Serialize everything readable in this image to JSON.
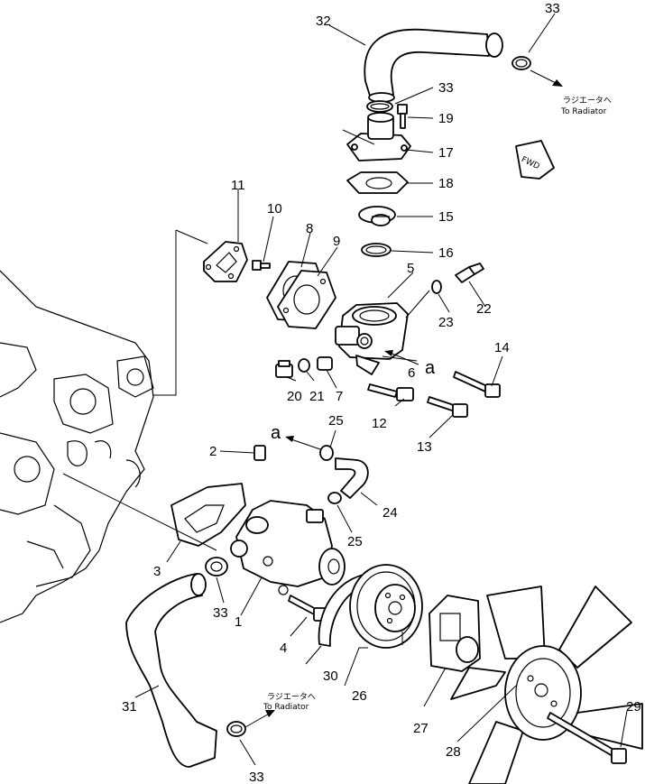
{
  "diagram": {
    "labels": {
      "p1": "1",
      "p2": "2",
      "p3": "3",
      "p4": "4",
      "p5": "5",
      "p6": "6",
      "p7": "7",
      "p8": "8",
      "p9": "9",
      "p10": "10",
      "p11": "11",
      "p12": "12",
      "p13": "13",
      "p14": "14",
      "p15": "15",
      "p16": "16",
      "p17": "17",
      "p18": "18",
      "p20": "20",
      "p21": "21",
      "p22": "22",
      "p23": "23",
      "p24": "24",
      "p25a": "25",
      "p25b": "25",
      "p26": "26",
      "p27": "27",
      "p28": "28",
      "p29": "29",
      "p30": "30",
      "p31": "31",
      "p32": "32",
      "p33a": "33",
      "p33b": "33",
      "p33c": "33",
      "p33d": "33",
      "p19": "19",
      "marker_a1": "a",
      "marker_a2": "a"
    },
    "notes": {
      "radiator_jp": "ラジエータへ",
      "radiator_en": "To Radiator",
      "radiator_jp2": "ラジエータへ",
      "radiator_en2": "To Radiator",
      "fwd": "FWD"
    }
  }
}
